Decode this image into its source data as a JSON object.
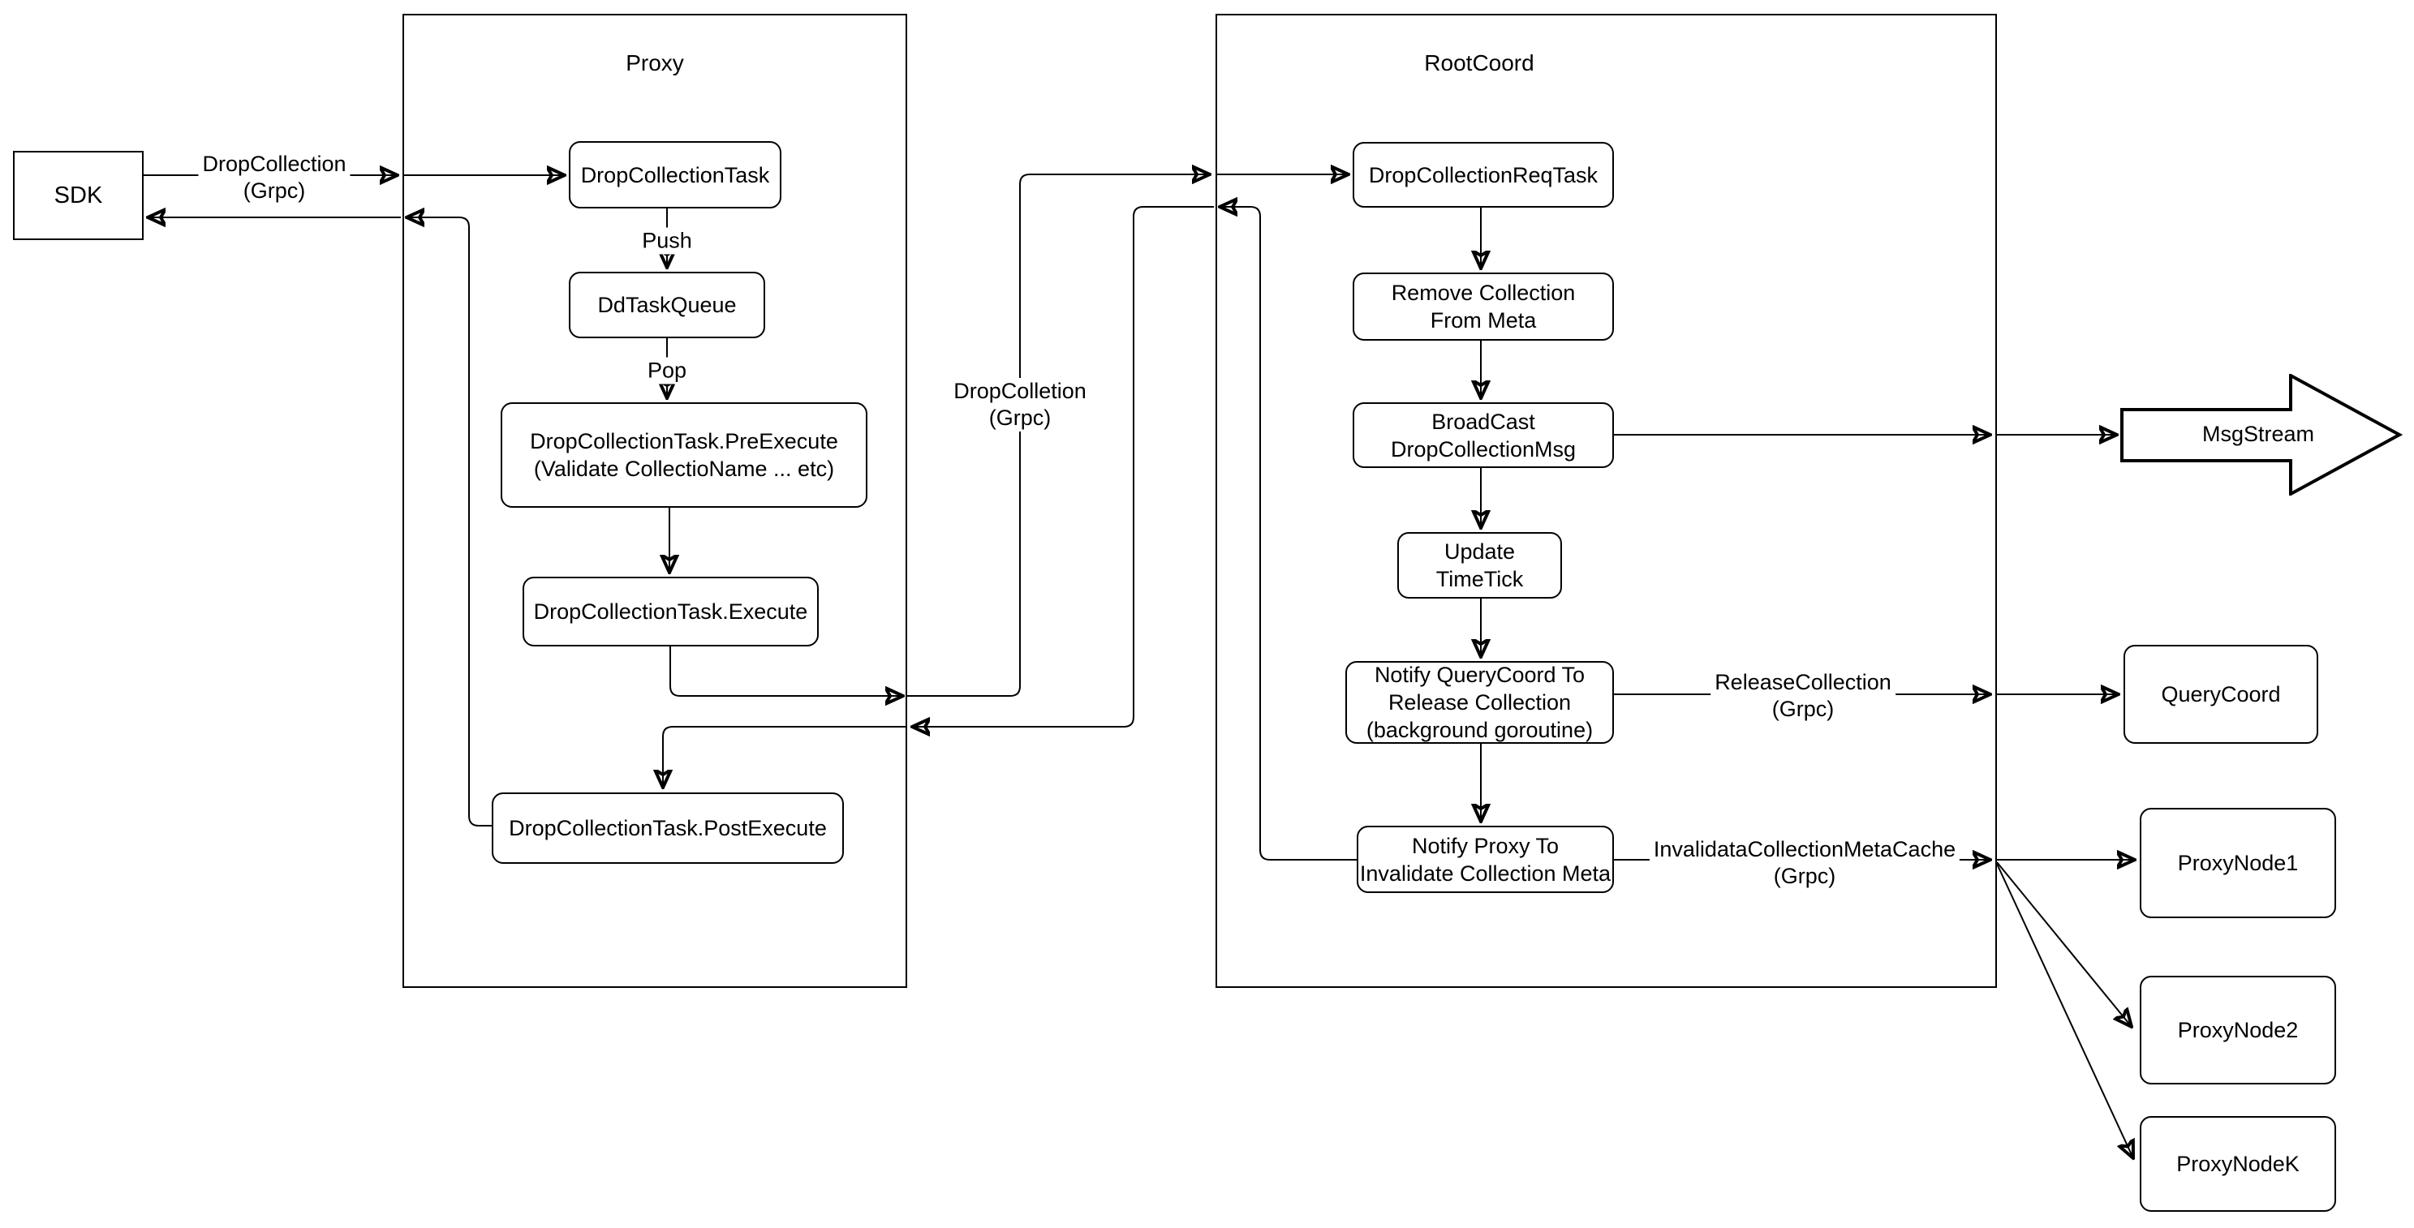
{
  "containers": {
    "proxy": {
      "title": "Proxy"
    },
    "rootcoord": {
      "title": "RootCoord"
    }
  },
  "nodes": {
    "sdk": {
      "label": "SDK"
    },
    "drop_collection_task": {
      "label": "DropCollectionTask"
    },
    "dd_task_queue": {
      "label": "DdTaskQueue"
    },
    "pre_execute": {
      "label": "DropCollectionTask.PreExecute\n(Validate CollectioName ... etc)"
    },
    "execute": {
      "label": "DropCollectionTask.Execute"
    },
    "post_execute": {
      "label": "DropCollectionTask.PostExecute"
    },
    "drop_collection_req_task": {
      "label": "DropCollectionReqTask"
    },
    "remove_collection_from_meta": {
      "label": "Remove Collection\nFrom Meta"
    },
    "broadcast_drop_collection_msg": {
      "label": "BroadCast\nDropCollectionMsg"
    },
    "update_timetick": {
      "label": "Update TimeTick"
    },
    "notify_querycoord": {
      "label": "Notify QueryCoord To\nRelease Collection\n(background goroutine)"
    },
    "notify_proxy": {
      "label": "Notify Proxy To\nInvalidate Collection Meta"
    },
    "msgstream": {
      "label": "MsgStream"
    },
    "querycoord": {
      "label": "QueryCoord"
    },
    "proxynode1": {
      "label": "ProxyNode1"
    },
    "proxynode2": {
      "label": "ProxyNode2"
    },
    "proxynodek": {
      "label": "ProxyNodeK"
    }
  },
  "edge_labels": {
    "sdk_to_proxy": "DropCollection\n(Grpc)",
    "push": "Push",
    "pop": "Pop",
    "proxy_to_rootcoord": "DropColletion\n(Grpc)",
    "release_collection": "ReleaseCollection\n(Grpc)",
    "invalidate_cache": "InvalidataCollectionMetaCache\n(Grpc)"
  },
  "colors": {
    "stroke": "#000000",
    "node_fill": "#ffffff",
    "background": "#ffffff"
  }
}
